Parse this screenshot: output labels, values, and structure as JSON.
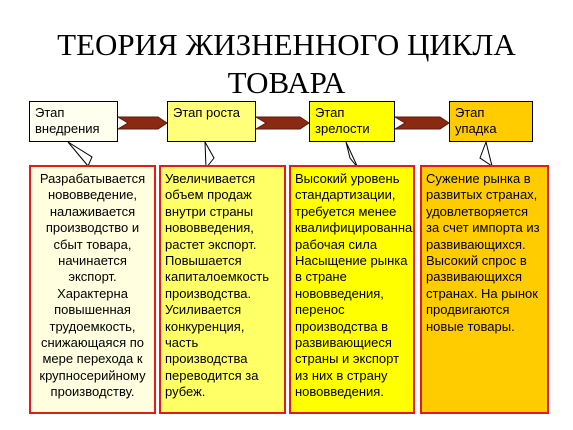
{
  "title": {
    "line1": "ТЕОРИЯ ЖИЗНЕННОГО ЦИКЛА",
    "line2": "ТОВАРА"
  },
  "stages": [
    {
      "label": "Этап внедрения",
      "color": "#fffff0"
    },
    {
      "label": "Этап роста",
      "color": "#ffff7a"
    },
    {
      "label": "Этап зрелости",
      "color": "#ffff00"
    },
    {
      "label": "Этап упадка",
      "color": "#ffcc00"
    }
  ],
  "descriptions": [
    {
      "text": "Разрабатывается нововведение, налаживается производство и сбыт товара, начинается экспорт. Характерна повышенная трудоемкость, снижающаяся по мере перехода к крупносерийному производству.",
      "color": "#ffffe0"
    },
    {
      "text": "Увеличивается объем продаж внутри страны нововведения, растет экспорт. Повышается капиталоемкость производства. Усиливается конкуренция, часть производства переводится за рубеж.",
      "color": "#ffff66"
    },
    {
      "text": "Высокий уровень стандартизации, требуется менее квалифицированная рабочая сила Насыщение рынка в стране нововведения, перенос производства в развивающиеся страны и экспорт из них в страну нововведения.",
      "color": "#ffff00"
    },
    {
      "text": "Сужение рынка в развитых странах, удовлетворяется за счет импорта из развивающихся. Высокий спрос в развивающихся странах. На рынок продвигаются новые товары.",
      "color": "#ffcc00"
    }
  ],
  "colors": {
    "arrow": "#8b2a12",
    "box_border": "#e11b1b"
  }
}
